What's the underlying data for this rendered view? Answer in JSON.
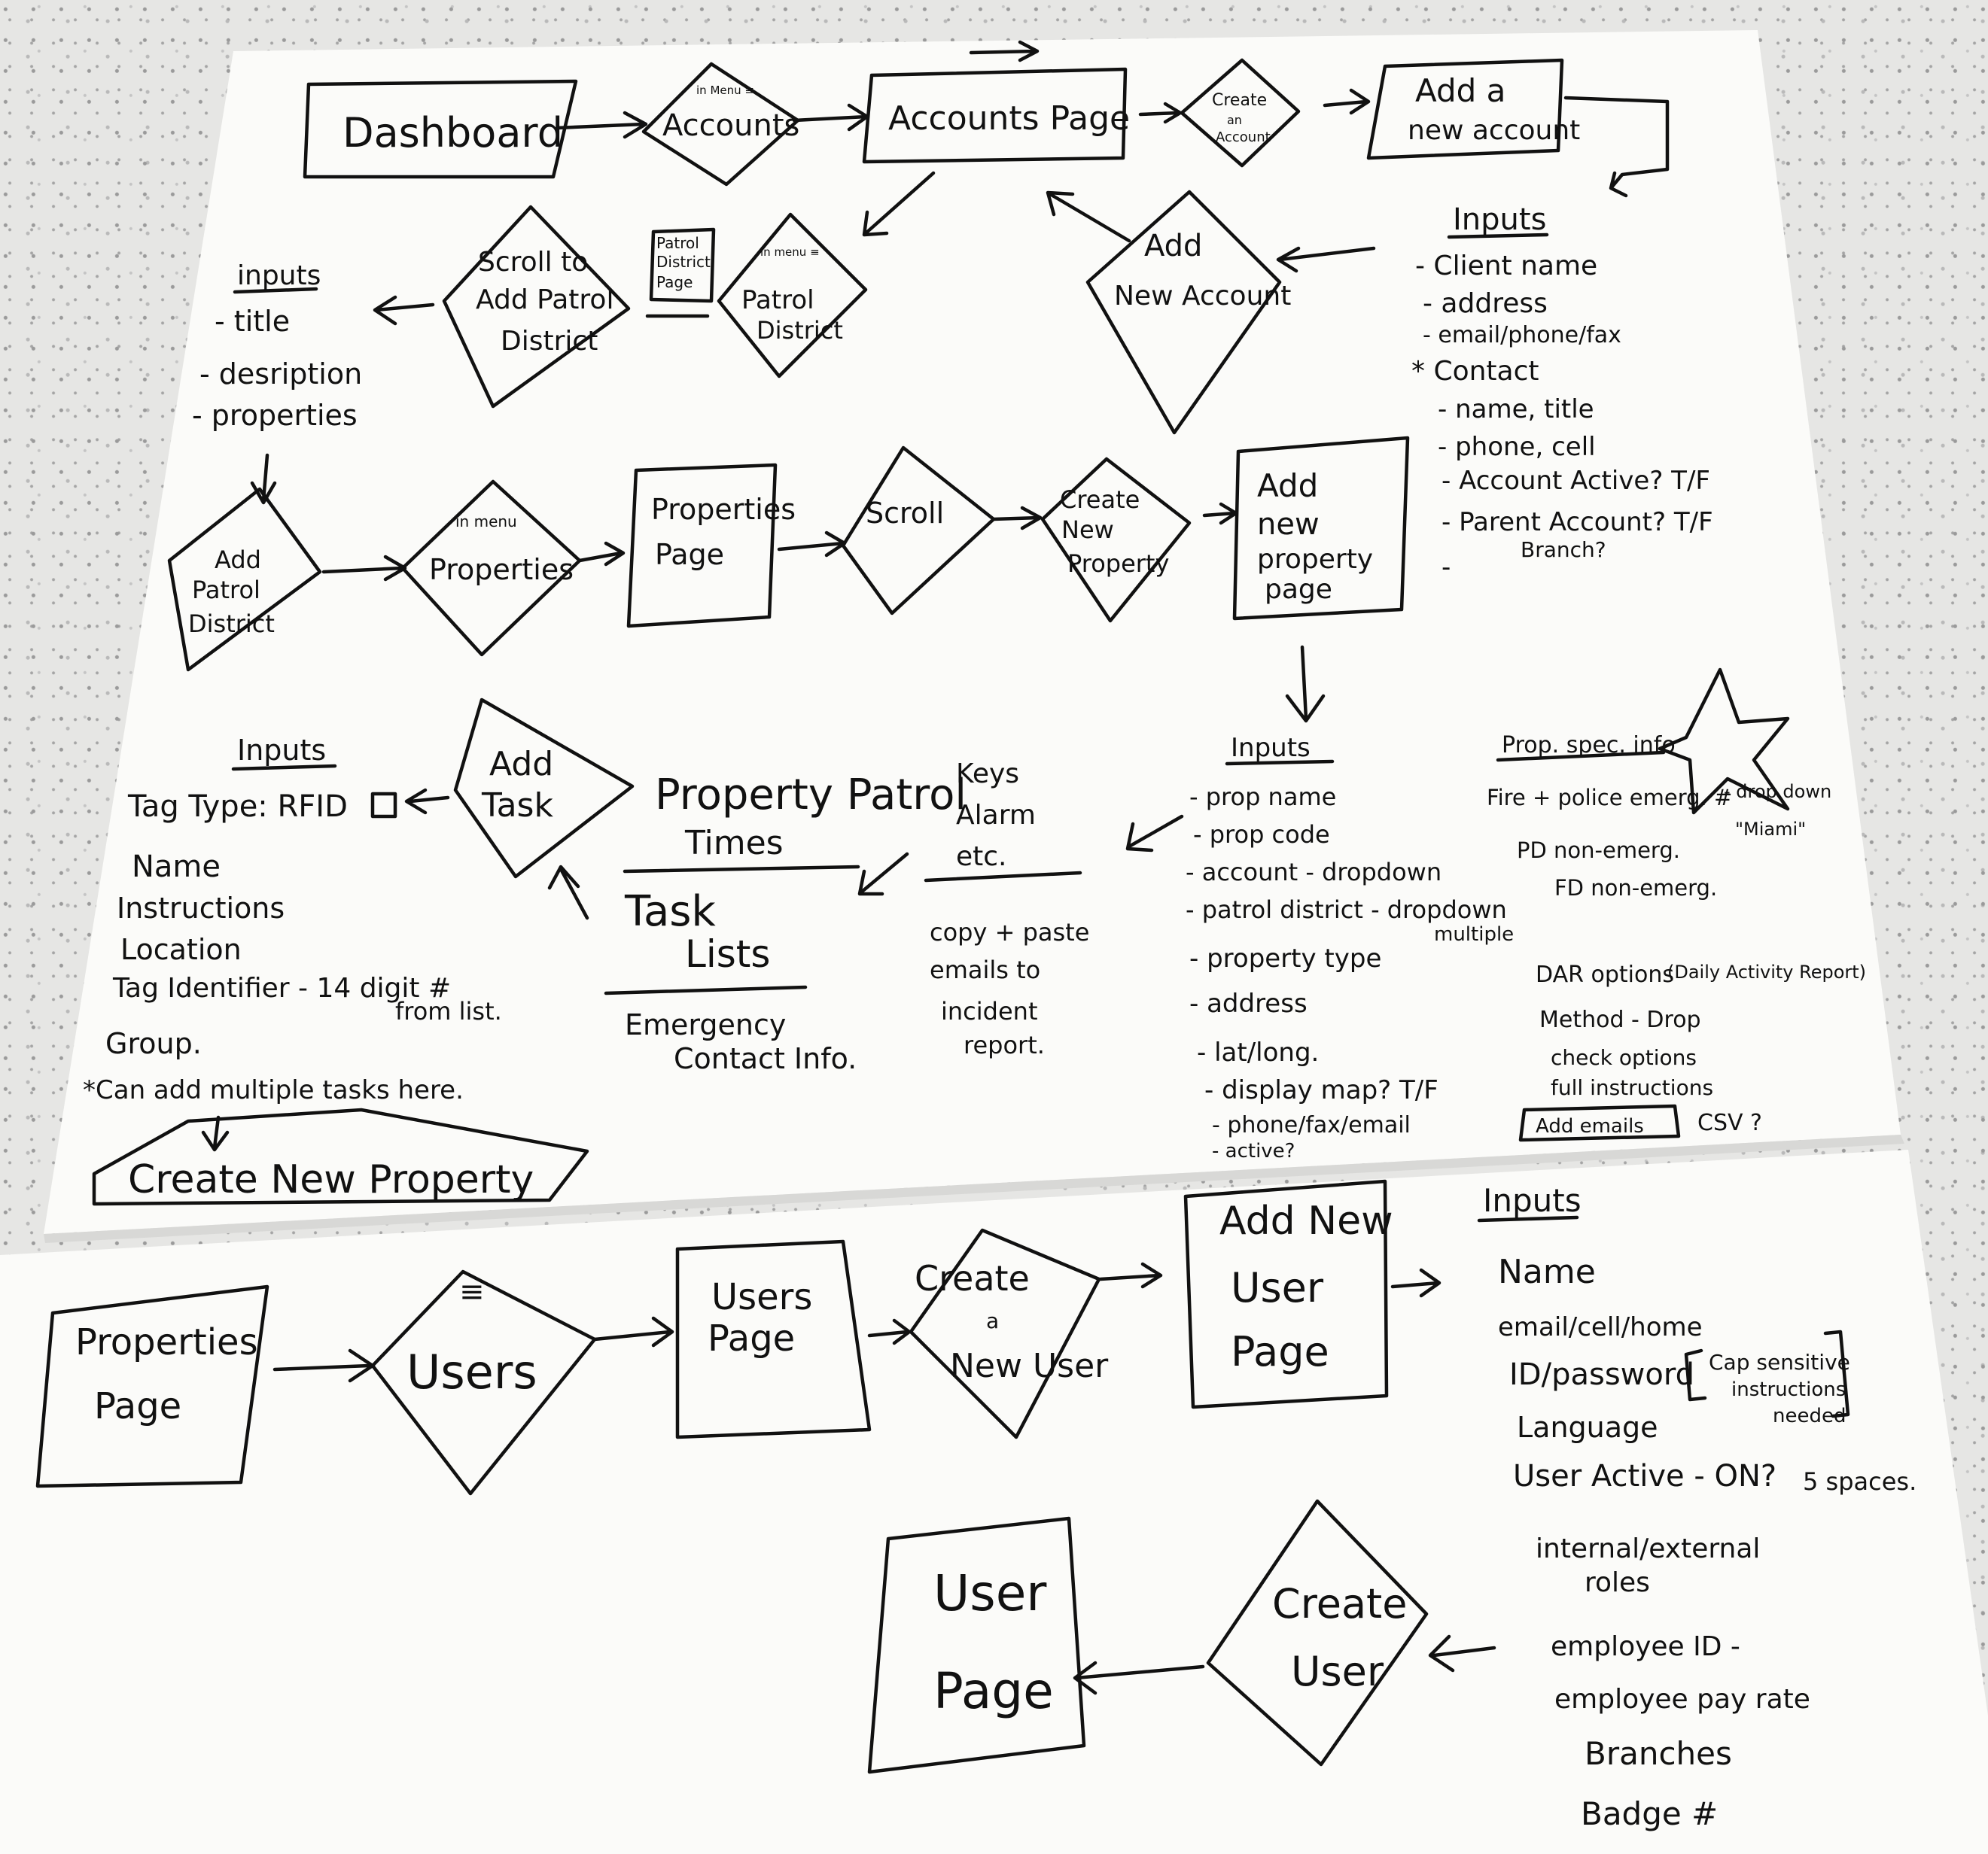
{
  "flow_top": {
    "dashboard": "Dashboard",
    "accounts_menu_small": "in Menu ≡",
    "accounts_menu": "Accounts",
    "accounts_page": "Accounts Page",
    "create_account": [
      "Create",
      "an",
      "Account"
    ],
    "add_new_account_box": [
      "Add a",
      "new account"
    ],
    "add_new_account_decision": [
      "Add",
      "New Account"
    ],
    "patrol_menu_small": "in menu ≡",
    "patrol_menu": [
      "Patrol",
      "District"
    ],
    "patrol_district_page_note": [
      "Patrol",
      "District",
      "Page"
    ],
    "scroll_add_patrol": [
      "Scroll to",
      "Add Patrol",
      "District"
    ]
  },
  "patrol_inputs": {
    "title": "inputs",
    "items": [
      "- title",
      "- desription",
      "- properties"
    ]
  },
  "account_inputs": {
    "title": "Inputs",
    "items": [
      "- Client name",
      "- address",
      "- email/phone/fax",
      "* Contact",
      "- name, title",
      "- phone, cell",
      "- Account Active? T/F",
      "- Parent Account? T/F",
      "Branch?",
      "-"
    ]
  },
  "flow_middle": {
    "add_patrol_district": [
      "Add",
      "Patrol",
      "District"
    ],
    "properties_menu_small": "in menu",
    "properties_menu": "Properties",
    "properties_page": [
      "Properties",
      "Page"
    ],
    "scroll": "Scroll",
    "create_new_property": [
      "Create",
      "New",
      "Property"
    ],
    "add_new_property_page": [
      "Add",
      "new",
      "property",
      "page"
    ]
  },
  "property_inputs": {
    "title": "Inputs",
    "items": [
      "- prop name",
      "- prop code",
      "- account - dropdown",
      "- patrol district - dropdown",
      "multiple",
      "- property type",
      "- address",
      "- lat/long.",
      "- display map? T/F",
      "- phone/fax/email",
      "- active?"
    ]
  },
  "prop_spec_info": {
    "title": "Prop. spec. info",
    "items": [
      "Fire + police emerg. #",
      "- drop down",
      "\"Miami\"",
      "PD non-emerg.",
      "FD non-emerg.",
      "DAR options",
      "(Daily Activity Report)",
      "Method - Drop",
      "check options",
      "full instructions",
      "Add emails",
      "CSV ?"
    ]
  },
  "property_patrol": {
    "title": "Property Patrol",
    "times": "Times",
    "task_lists": [
      "Task",
      "Lists"
    ],
    "emergency": [
      "Emergency",
      "Contact Info."
    ],
    "keys": [
      "Keys",
      "Alarm",
      "etc."
    ],
    "copy_paste": [
      "copy + paste",
      "emails to",
      "incident",
      "report."
    ]
  },
  "task_section": {
    "add_task": [
      "Add",
      "Task"
    ],
    "title": "Inputs",
    "items": [
      "Tag Type: RFID",
      "Name",
      "Instructions",
      "Location",
      "Tag Identifier - 14 digit #",
      "from list.",
      "Group.",
      "*Can add multiple tasks here."
    ],
    "create_new_property_button": "Create New Property"
  },
  "flow_users": {
    "properties_page": [
      "Properties",
      "Page"
    ],
    "users_menu_icon": "≡",
    "users": "Users",
    "users_page": [
      "Users",
      "Page"
    ],
    "create_new_user": [
      "Create",
      "a",
      "New User"
    ],
    "add_new_user_page": [
      "Add New",
      "User",
      "Page"
    ],
    "create_user": [
      "Create",
      "User"
    ],
    "user_page": [
      "User",
      "Page"
    ]
  },
  "user_inputs": {
    "title": "Inputs",
    "items": [
      "Name",
      "email/cell/home",
      "ID/password",
      "Language",
      "User Active - ON?",
      "5 spaces.",
      "internal/external",
      "roles",
      "employee ID -",
      "employee pay rate",
      "Branches",
      "Badge #"
    ],
    "note": [
      "Cap sensitive",
      "instructions",
      "needed"
    ]
  }
}
